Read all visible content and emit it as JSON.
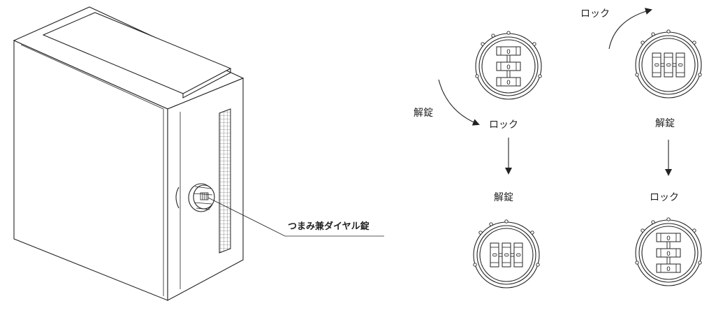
{
  "callout": {
    "label": "つまみ兼ダイヤル錠"
  },
  "states": {
    "lock": "ロック",
    "unlock": "解錠"
  },
  "dial_digits": "0"
}
